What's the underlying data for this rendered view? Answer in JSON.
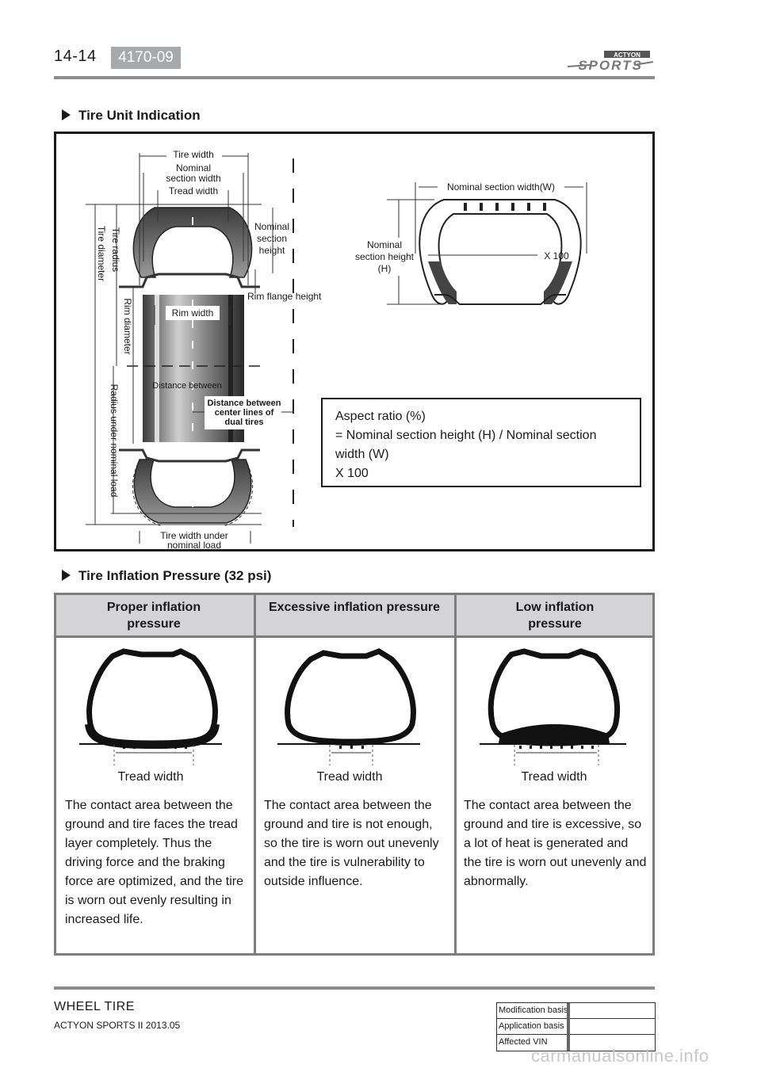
{
  "header": {
    "page_number": "14-14",
    "code": "4170-09",
    "brand_small": "ACTYON",
    "brand_logo": "SPORTS"
  },
  "section1": {
    "title": "Tire Unit Indication",
    "labels": {
      "tire_width": "Tire width",
      "nominal_section_width_1": "Nominal",
      "nominal_section_width_2": "section width",
      "tread_width": "Tread width",
      "nominal_section_height_1": "Nominal",
      "nominal_section_height_2": "section",
      "nominal_section_height_3": "height",
      "rim_flange_height": "Rim flange height",
      "rim_width": "Rim width",
      "tire_diameter": "Tire diameter",
      "tire_radius": "Tire radius",
      "rim_diameter": "Rim diameter",
      "radius_under_load": "Radius under nominal load",
      "distance_1": "Distance between",
      "distance_2": "center lines of",
      "distance_3": "dual tires",
      "tire_width_under_1": "Tire width under",
      "tire_width_under_2": "nominal load",
      "nominal_section_width_w": "Nominal section width(W)",
      "nsh_h_1": "Nominal",
      "nsh_h_2": "section height",
      "nsh_h_3": "(H)",
      "x100": "X 100"
    },
    "aspect": {
      "line1": "Aspect ratio (%)",
      "line2": "= Nominal section height (H) / Nominal section",
      "line3": "width (W)",
      "line4": "X 100"
    }
  },
  "section2": {
    "title": "Tire Inflation Pressure (32 psi)",
    "columns": [
      {
        "header_line1": "Proper inflation",
        "header_line2": "pressure",
        "tread_label": "Tread width",
        "description": "The contact area between the ground and tire faces the tread layer completely. Thus the driving force and the braking force are optimized, and the tire is worn out evenly resulting in increased life."
      },
      {
        "header_line1": "Excessive inflation pressure",
        "header_line2": "",
        "tread_label": "Tread width",
        "description": "The contact area between the ground and tire is not enough, so the tire is worn out unevenly and the tire is vulnerability to outside influence."
      },
      {
        "header_line1": "Low inflation",
        "header_line2": "pressure",
        "tread_label": "Tread width",
        "description": "The contact area between the ground and tire is excessive, so a lot of heat is generated and the tire is worn out unevenly and abnormally."
      }
    ]
  },
  "footer": {
    "title": "WHEEL  TIRE",
    "subtitle": "ACTYON SPORTS II 2013.05",
    "info_rows": [
      "Modification basis",
      "Application basis",
      "Affected VIN"
    ],
    "watermark": "carmanualsonline.info"
  }
}
